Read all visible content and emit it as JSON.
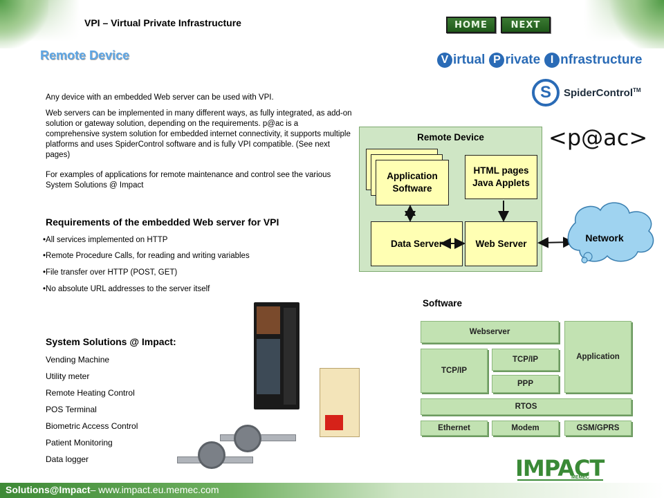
{
  "header": {
    "title": "VPI – Virtual Private Infrastructure",
    "home_button": "HOME",
    "next_button": "NEXT"
  },
  "page_title": "Remote Device",
  "logos": {
    "vpi": {
      "v": "V",
      "irtual": "irtual",
      "p": "P",
      "rivate": "rivate",
      "i": "I",
      "nfrastructure": "nfrastructure"
    },
    "spidercontrol": {
      "mark": "S",
      "text": "SpiderControl",
      "tm": "TM"
    },
    "pac": "<p@ac>",
    "impact": "IMPACT",
    "memec": "MEMEC"
  },
  "intro": {
    "p1": "Any device with an embedded Web server can be used with VPI.",
    "p2": "Web servers can be implemented in many different ways, as fully integrated, as add-on solution or gateway solution, depending on the requirements. p@ac is a comprehensive system solution for embedded internet connectivity, it supports multiple platforms and uses SpiderControl software and is fully VPI compatible. (See next pages)",
    "p3": "For examples of applications for remote maintenance and control see the various System Solutions @ Impact"
  },
  "requirements": {
    "title": "Requirements of the embedded Web server for VPI",
    "items": [
      "•All services implemented on HTTP",
      "•Remote Procedure Calls, for reading and writing variables",
      "•File transfer over HTTP  (POST, GET)",
      "•No absolute URL addresses to the server itself"
    ]
  },
  "system_solutions": {
    "title": "System Solutions @ Impact:",
    "items": [
      "Vending Machine",
      "Utility meter",
      "Remote Heating Control",
      "POS Terminal",
      "Biometric Access Control",
      "Patient Monitoring",
      "Data logger"
    ]
  },
  "remote_device_diagram": {
    "title": "Remote Device",
    "app_software": "Application Software",
    "html_pages": "HTML pages Java Applets",
    "data_server": "Data Server",
    "web_server": "Web Server",
    "network": "Network"
  },
  "software_stack": {
    "title": "Software",
    "webserver": "Webserver",
    "application": "Application",
    "tcpip_left": "TCP/IP",
    "tcpip_right": "TCP/IP",
    "ppp": "PPP",
    "rtos": "RTOS",
    "ethernet": "Ethernet",
    "modem": "Modem",
    "gsm": "GSM/GPRS"
  },
  "footer": {
    "brand": "Solutions@Impact",
    "url": "– www.impact.eu.memec.com"
  },
  "colors": {
    "accent_green": "#3e8a36",
    "diagram_bg": "#cfe6c5",
    "box_yellow": "#ffffb3",
    "title_blue": "#5ea6e4",
    "vpi_blue": "#2a6bb6"
  }
}
